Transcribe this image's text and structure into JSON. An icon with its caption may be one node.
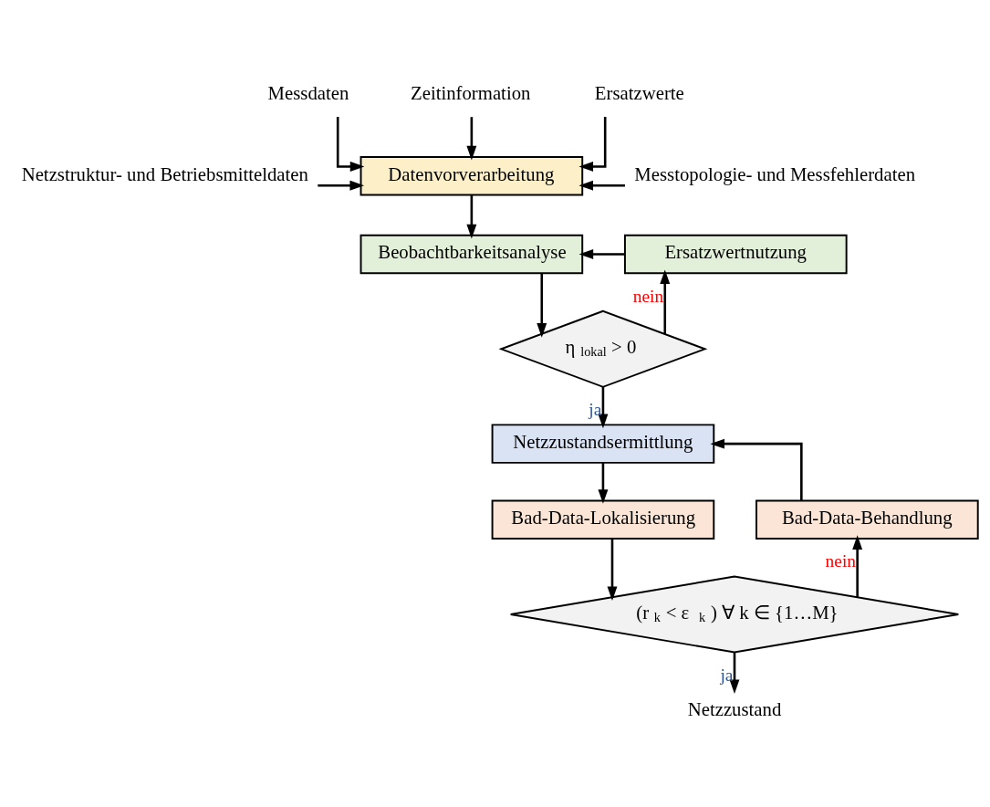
{
  "diagram": {
    "nodes": [
      {
        "text": [
          "Messdaten"
        ]
      },
      {
        "text": [
          "Zeitinformation"
        ]
      },
      {
        "text": [
          "Ersatzwerte"
        ]
      },
      {
        "text": [
          "Netzstruktur- und Betriebsmitteldaten"
        ]
      },
      {
        "text": [
          "Datenvorverarbeitung"
        ]
      },
      {
        "text": [
          "Messtopologie- und Messfehlerdaten"
        ]
      },
      {
        "text": [
          "Beobachtbarkeitsanalyse"
        ]
      },
      {
        "text": [
          "Ersatzwertnutzung"
        ]
      },
      {
        "text": [
          "η$_{lokal}$ > 0"
        ]
      },
      {
        "text": [
          "Netzzustandsermittlung"
        ]
      },
      {
        "text": [
          "Bad-Data-Behandlung"
        ]
      },
      {
        "text": [
          "Bad-Data-Lokalisierung"
        ]
      },
      {
        "text": [
          "(r$_{k}$ < ε$_{k}$) ∀ k ∈ {1…M}"
        ]
      },
      {
        "text": [
          "Netzzustand"
        ]
      }
    ],
    "edges": [
      {
        "from": 0,
        "to": 4,
        "arrow": "to"
      },
      {
        "from": 1,
        "to": 4,
        "arrow": "to"
      },
      {
        "from": 2,
        "to": 4,
        "arrow": "to"
      },
      {
        "from": 3,
        "to": 4,
        "arrow": "to"
      },
      {
        "from": 5,
        "to": 4,
        "arrow": "to"
      },
      {
        "from": 4,
        "to": 6,
        "arrow": "to"
      },
      {
        "from": 6,
        "to": 8,
        "arrow": "to"
      },
      {
        "from": 8,
        "to": 7,
        "arrow": "to",
        "label": "nein"
      },
      {
        "from": 7,
        "to": 6,
        "arrow": "to"
      },
      {
        "from": 8,
        "to": 9,
        "arrow": "to",
        "label": "ja"
      },
      {
        "from": 9,
        "to": 11,
        "arrow": "to"
      },
      {
        "from": 11,
        "to": 12,
        "arrow": "to"
      },
      {
        "from": 12,
        "to": 10,
        "arrow": "to",
        "label": "nein"
      },
      {
        "from": 10,
        "to": 9,
        "arrow": "to"
      },
      {
        "from": 12,
        "to": 13,
        "arrow": "to",
        "label": "ja"
      }
    ]
  }
}
